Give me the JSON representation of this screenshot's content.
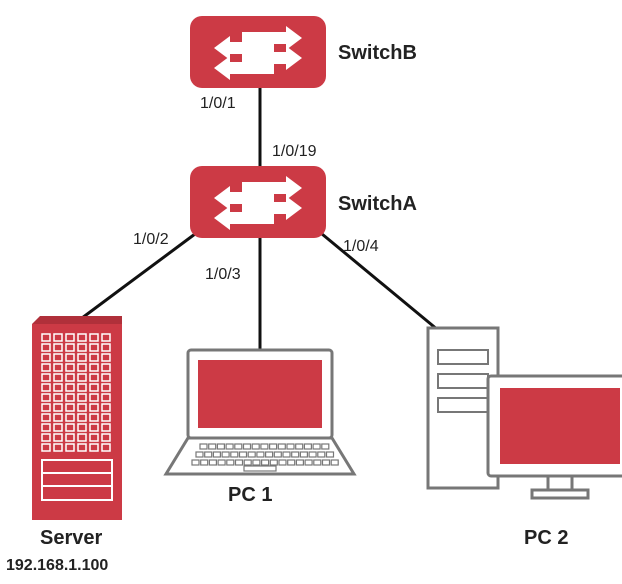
{
  "colors": {
    "device_red": "#cc3a45",
    "device_red_dark": "#b0303a",
    "line": "#111111",
    "gray_frame": "#777777",
    "light_gray": "#f2f2f2"
  },
  "devices": {
    "switch_b": {
      "name": "SwitchB",
      "icon": "network-switch-icon"
    },
    "switch_a": {
      "name": "SwitchA",
      "icon": "network-switch-icon"
    },
    "server": {
      "name": "Server",
      "ip": "192.168.1.100",
      "icon": "server-icon"
    },
    "pc1": {
      "name": "PC 1",
      "icon": "laptop-icon"
    },
    "pc2": {
      "name": "PC 2",
      "icon": "desktop-computer-icon"
    }
  },
  "ports": {
    "switch_b_uplink": "1/0/1",
    "switch_a_uplink": "1/0/19",
    "switch_a_server": "1/0/2",
    "switch_a_pc1": "1/0/3",
    "switch_a_pc2": "1/0/4"
  },
  "links": [
    {
      "from": "SwitchB",
      "to": "SwitchA"
    },
    {
      "from": "SwitchA",
      "to": "Server"
    },
    {
      "from": "SwitchA",
      "to": "PC 1"
    },
    {
      "from": "SwitchA",
      "to": "PC 2"
    }
  ]
}
